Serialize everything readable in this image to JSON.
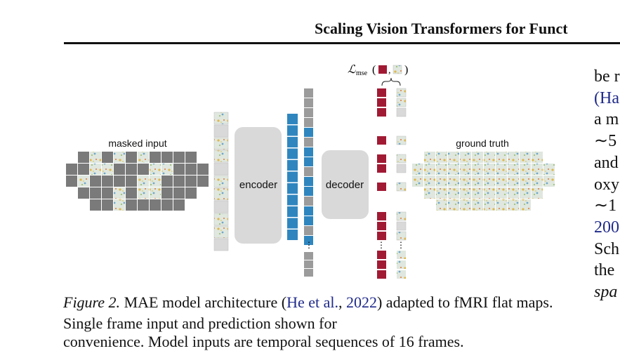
{
  "header": {
    "title": "Scaling Vision Transformers for Funct"
  },
  "figure": {
    "loss_symbol": "ℒ",
    "loss_subscript": "mse",
    "masked_input_label": "masked input",
    "encoder_label": "encoder",
    "decoder_label": "decoder",
    "ground_truth_label": "ground truth",
    "ellipsis": "⋮",
    "colors": {
      "masked": "#7a7a7a",
      "visible_bg": "#dcdcdc",
      "encoder_token": "#2f86bf",
      "decoder_token": "#a11a34",
      "gray_token": "#9b9b9b",
      "block": "#d9d9d9"
    }
  },
  "caption": {
    "label": "Figure 2.",
    "text_before": "MAE model architecture (",
    "cite": "He et al.",
    "comma": ", ",
    "year": "2022",
    "text_after": ") adapted to fMRI flat maps.  Single frame input and prediction shown for",
    "cut_line": "convenience.  Model inputs are temporal sequences of 16 frames."
  },
  "right_column": {
    "lines": [
      {
        "text": "be r",
        "style": "plain"
      },
      {
        "text": "(Ha",
        "style": "cite"
      },
      {
        "text": "a m",
        "style": "plain"
      },
      {
        "text": "∼5",
        "style": "plain"
      },
      {
        "text": "and",
        "style": "plain"
      },
      {
        "text": "oxy",
        "style": "plain"
      },
      {
        "text": "∼1",
        "style": "plain"
      },
      {
        "text": "200",
        "style": "cite"
      },
      {
        "text": "Sch",
        "style": "plain"
      },
      {
        "text": "the",
        "style": "plain"
      },
      {
        "text": "spa",
        "style": "italic"
      }
    ]
  }
}
